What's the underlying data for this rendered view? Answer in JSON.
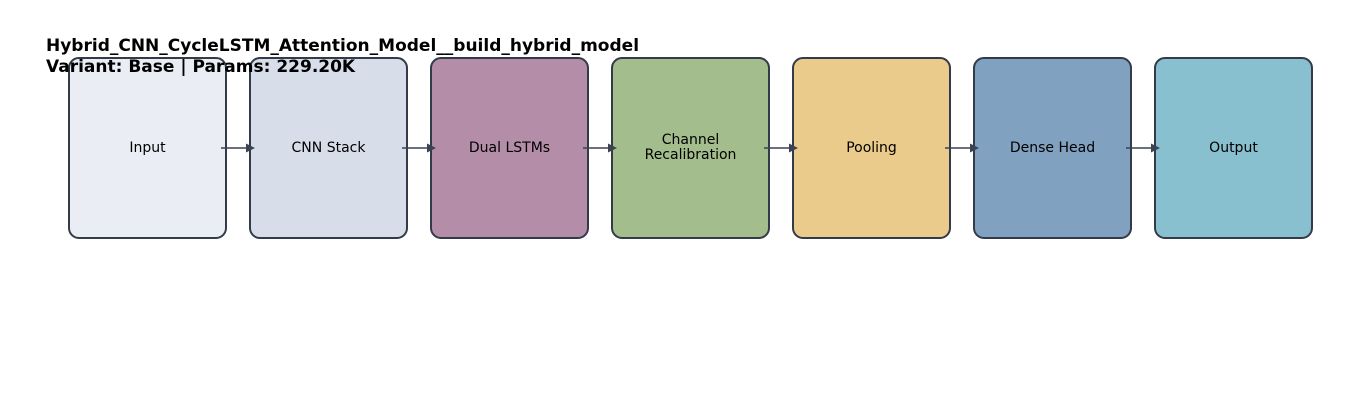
{
  "title": {
    "line1": "Hybrid_CNN_CycleLSTM_Attention_Model__build_hybrid_model",
    "line2": "Variant: Base | Params: 229.20K"
  },
  "blocks": [
    {
      "label": "Input",
      "color": "#eaeef4"
    },
    {
      "label": "CNN Stack",
      "color": "#d7dee9"
    },
    {
      "label": "Dual LSTMs",
      "color": "#b48ea9"
    },
    {
      "label": "Channel\nRecalibration",
      "color": "#a3bd8c"
    },
    {
      "label": "Pooling",
      "color": "#ebcb8b"
    },
    {
      "label": "Dense Head",
      "color": "#80a1bf"
    },
    {
      "label": "Output",
      "color": "#88c0cf"
    }
  ],
  "colors": {
    "border": "#333a48",
    "arrow": "#3b4252"
  }
}
